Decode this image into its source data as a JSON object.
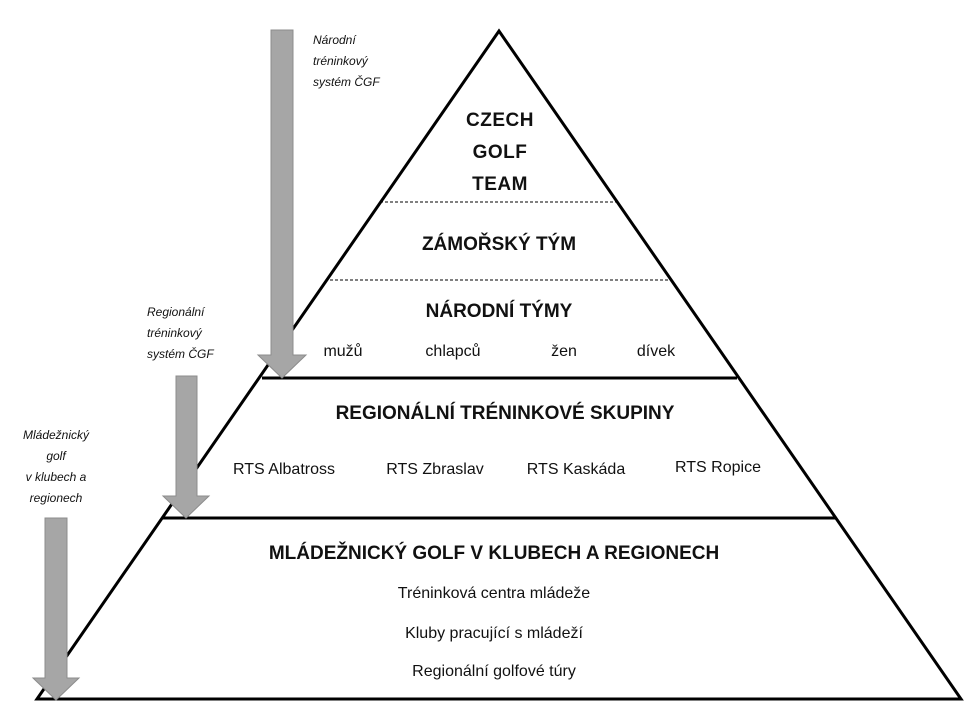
{
  "pyramid": {
    "apex": [
      "CZECH",
      "GOLF",
      "TEAM"
    ],
    "overseas_team": "ZÁMOŘSKÝ TÝM",
    "national_teams": {
      "title": "NÁRODNÍ TÝMY",
      "categories": [
        "mužů",
        "chlapců",
        "žen",
        "dívek"
      ]
    },
    "regional_groups": {
      "title": "REGIONÁLNÍ TRÉNINKOVÉ SKUPINY",
      "groups": [
        "RTS Albatross",
        "RTS Zbraslav",
        "RTS Kaskáda",
        "RTS Ropice"
      ]
    },
    "youth": {
      "title": "MLÁDEŽNICKÝ GOLF V KLUBECH A REGIONECH",
      "items": [
        "Tréninková centra mládeže",
        "Kluby pracující s mládeží",
        "Regionální golfové túry"
      ]
    }
  },
  "side_labels": {
    "national_system": [
      "Národní",
      "tréninkový",
      "systém ČGF"
    ],
    "regional_system": [
      "Regionální",
      "tréninkový",
      "systém ČGF"
    ],
    "youth_golf": [
      "Mládežnický",
      "golf",
      "v klubech a",
      "regionech"
    ]
  },
  "colors": {
    "outline": "#000000",
    "arrow_fill": "#a6a6a6",
    "arrow_stroke": "#8c8c8c",
    "text": "#111111"
  }
}
